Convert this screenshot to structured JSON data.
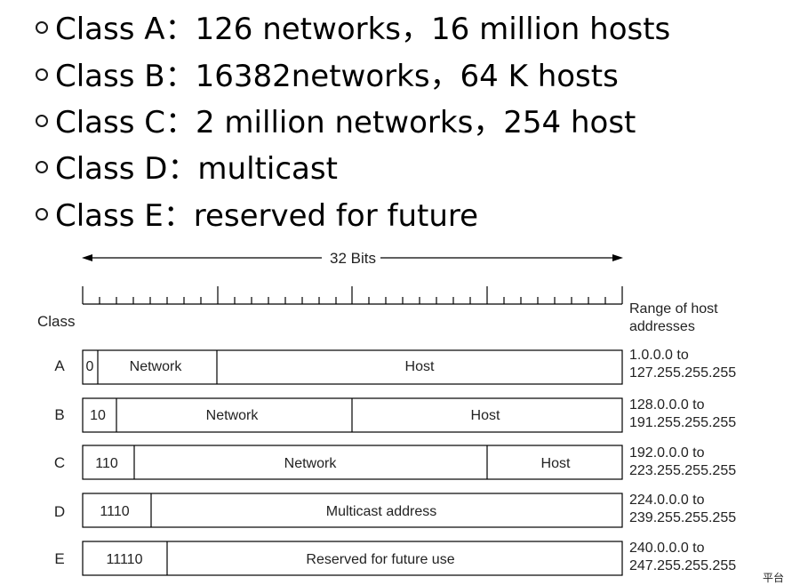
{
  "bullets": [
    {
      "text": "Class A：126 networks，16 million hosts"
    },
    {
      "text": "Class B：16382networks，64 K hosts"
    },
    {
      "text": "Class C：2 million networks，254 host"
    },
    {
      "text": "Class D：multicast"
    },
    {
      "text": "Class E：reserved for future"
    }
  ],
  "diagram": {
    "bits_label": "32 Bits",
    "class_header": "Class",
    "range_header": [
      "Range of host",
      "addresses"
    ],
    "rows": [
      {
        "cls": "A",
        "prefix": "0",
        "fields": [
          "Network",
          "Host"
        ],
        "range": [
          "1.0.0.0 to",
          "127.255.255.255"
        ]
      },
      {
        "cls": "B",
        "prefix": "10",
        "fields": [
          "Network",
          "Host"
        ],
        "range": [
          "128.0.0.0 to",
          "191.255.255.255"
        ]
      },
      {
        "cls": "C",
        "prefix": "110",
        "fields": [
          "Network",
          "Host"
        ],
        "range": [
          "192.0.0.0 to",
          "223.255.255.255"
        ]
      },
      {
        "cls": "D",
        "prefix": "1110",
        "fields": [
          "Multicast address"
        ],
        "range": [
          "224.0.0.0 to",
          "239.255.255.255"
        ]
      },
      {
        "cls": "E",
        "prefix": "11110",
        "fields": [
          "Reserved for future use"
        ],
        "range": [
          "240.0.0.0 to",
          "247.255.255.255"
        ]
      }
    ]
  },
  "corner_text": "平台"
}
